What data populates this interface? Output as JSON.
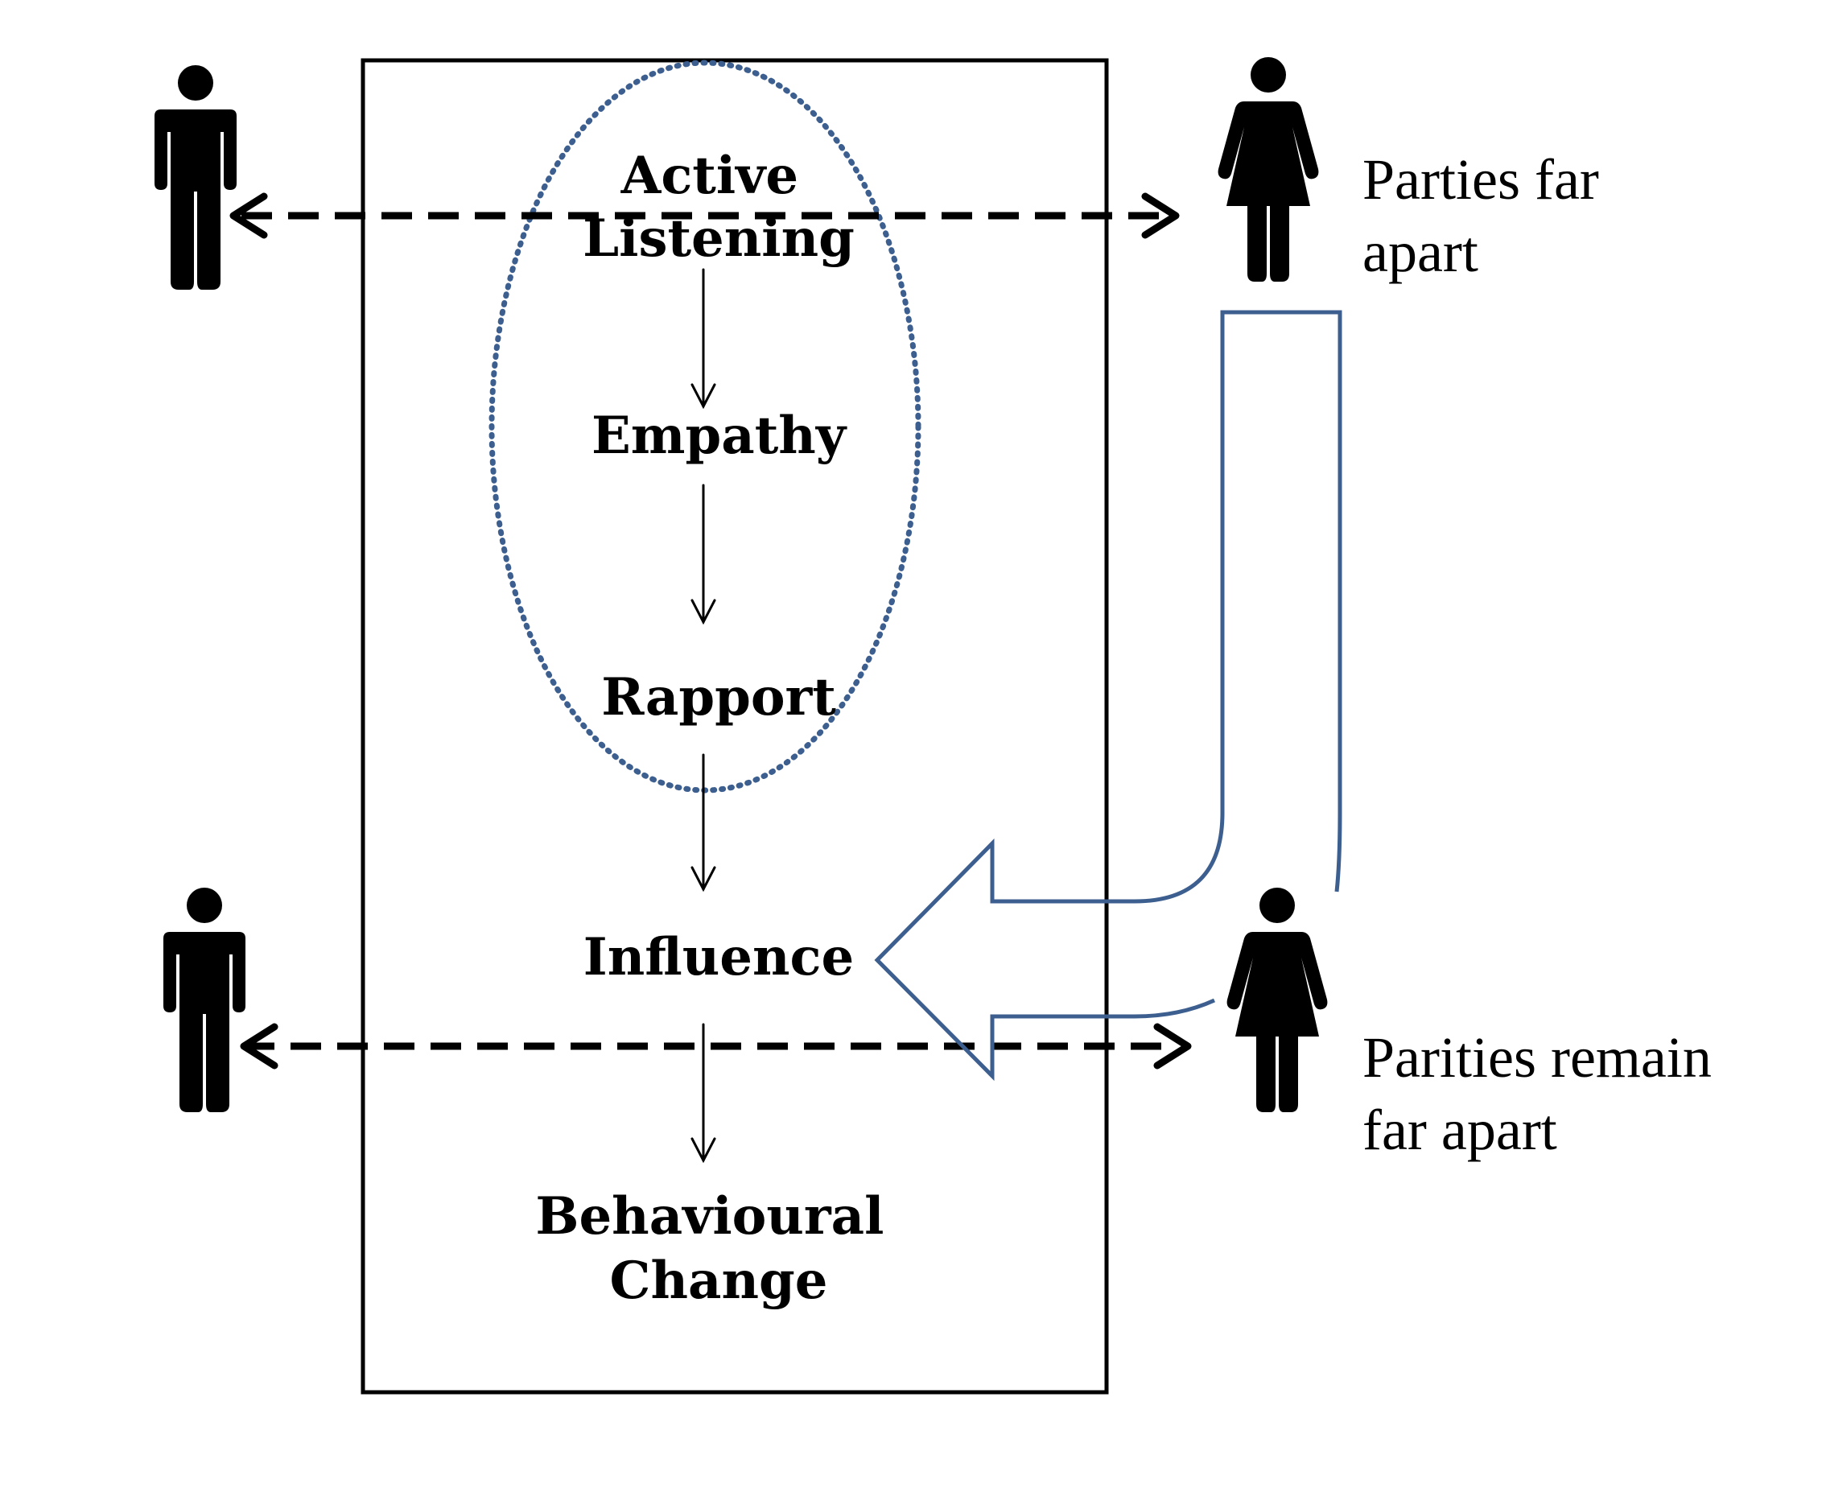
{
  "stages": {
    "active_listening": [
      "Active",
      "Listening"
    ],
    "empathy": "Empathy",
    "rapport": "Rapport",
    "influence": "Influence",
    "behavioural_change": [
      "Behavioural",
      "Change"
    ]
  },
  "side_labels": {
    "top": [
      "Parties far",
      "apart"
    ],
    "bottom": [
      "Parities remain",
      "far apart"
    ]
  },
  "colors": {
    "line": "#000000",
    "accent": "#3c5f8f"
  },
  "icons": {
    "man": "man-icon",
    "woman": "woman-icon"
  }
}
